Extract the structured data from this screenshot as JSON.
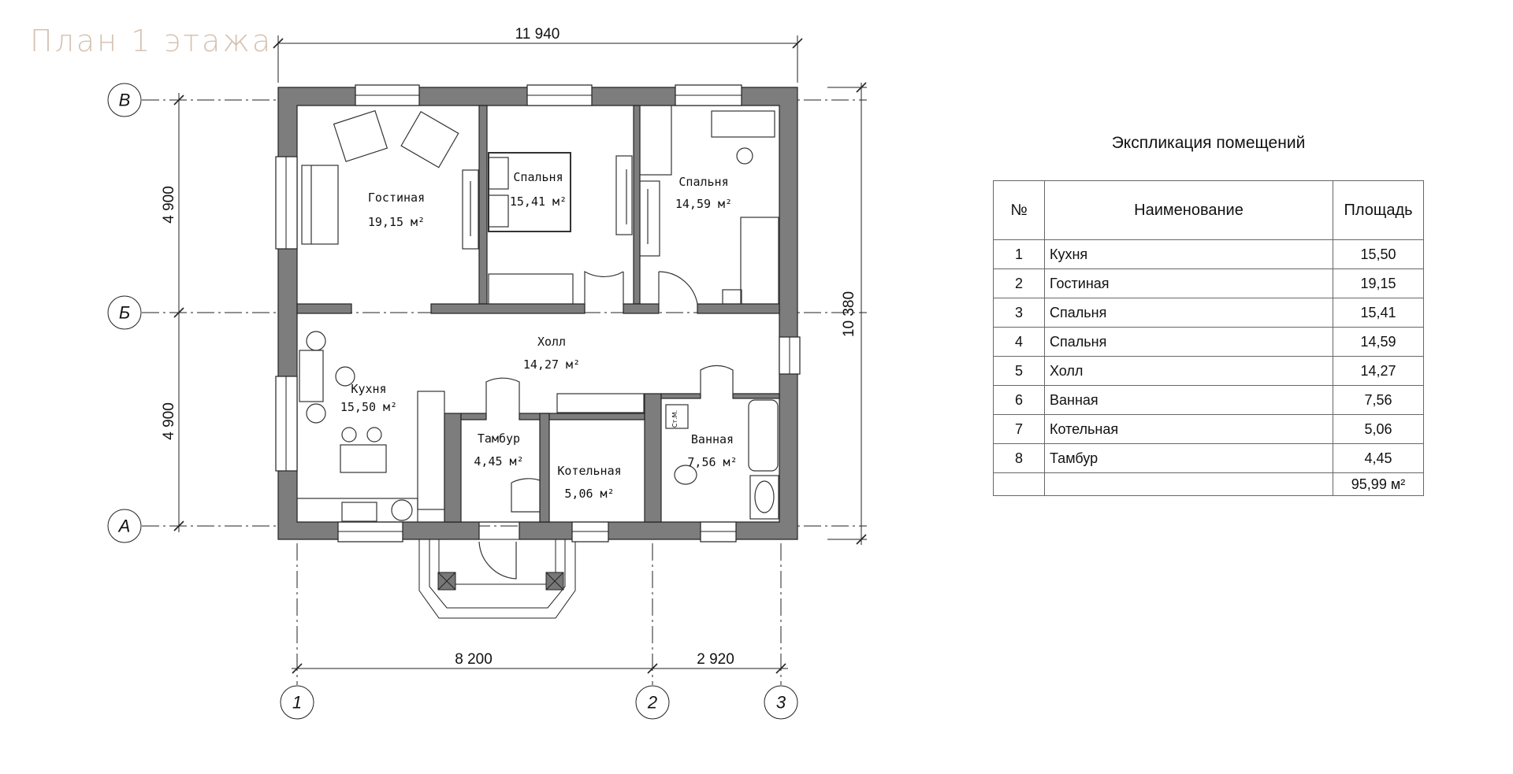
{
  "title": "План 1 этажа",
  "dimensions": {
    "overall_width": "11 940",
    "overall_depth": "10 380",
    "left_upper": "4 900",
    "left_lower": "4 900",
    "bottom_left": "8 200",
    "bottom_right": "2 920"
  },
  "axes": {
    "rows": [
      "В",
      "Б",
      "А"
    ],
    "columns": [
      "1",
      "2",
      "3"
    ]
  },
  "rooms": {
    "living": {
      "name": "Гостиная",
      "area": "19,15 м²"
    },
    "bedroom1": {
      "name": "Спальня",
      "area": "15,41 м²"
    },
    "bedroom2": {
      "name": "Спальня",
      "area": "14,59 м²"
    },
    "hall": {
      "name": "Холл",
      "area": "14,27 м²"
    },
    "kitchen": {
      "name": "Кухня",
      "area": "15,50 м²"
    },
    "vestibule": {
      "name": "Тамбур",
      "area": "4,45 м²"
    },
    "boiler": {
      "name": "Котельная",
      "area": "5,06 м²"
    },
    "bath": {
      "name": "Ванная",
      "area": "7,56 м²"
    },
    "washer_label": "Ст.М."
  },
  "explication": {
    "title": "Экспликация помещений",
    "headers": [
      "№",
      "Наименование",
      "Площадь"
    ],
    "rows": [
      {
        "n": "1",
        "name": "Кухня",
        "area": "15,50"
      },
      {
        "n": "2",
        "name": "Гостиная",
        "area": "19,15"
      },
      {
        "n": "3",
        "name": "Спальня",
        "area": "15,41"
      },
      {
        "n": "4",
        "name": "Спальня",
        "area": "14,59"
      },
      {
        "n": "5",
        "name": "Холл",
        "area": "14,27"
      },
      {
        "n": "6",
        "name": "Ванная",
        "area": "7,56"
      },
      {
        "n": "7",
        "name": "Котельная",
        "area": "5,06"
      },
      {
        "n": "8",
        "name": "Тамбур",
        "area": "4,45"
      }
    ],
    "total": "95,99 м²"
  }
}
